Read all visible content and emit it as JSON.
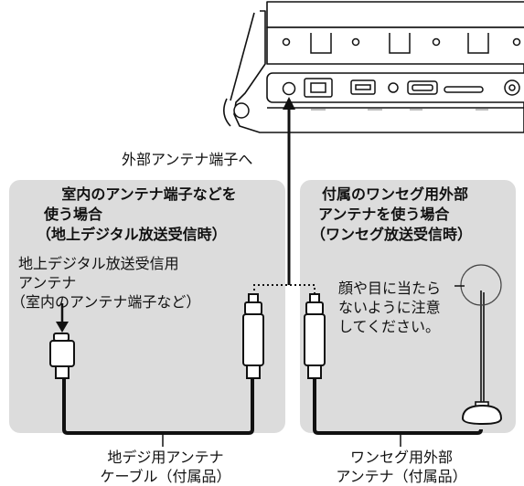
{
  "device_label": "外部アンテナ端子へ",
  "left_panel": {
    "heading": [
      "室内のアンテナ端子などを",
      "使う場合",
      "（地上デジタル放送受信時）"
    ],
    "note": [
      "地上デジタル放送受信用",
      "アンテナ",
      "（室内のアンテナ端子など）"
    ],
    "cable_caption": [
      "地デジ用アンテナ",
      "ケーブル（付属品）"
    ]
  },
  "right_panel": {
    "heading": [
      "付属のワンセグ用外部",
      "アンテナを使う場合",
      "（ワンセグ放送受信時）"
    ],
    "warning": [
      "顔や目に当たら",
      "ないように注意",
      "してください。"
    ],
    "antenna_caption": [
      "ワンセグ用外部",
      "アンテナ（付属品）"
    ]
  },
  "colors": {
    "panel": "#dcdcdc",
    "line": "#111111",
    "device": "#ffffff"
  }
}
